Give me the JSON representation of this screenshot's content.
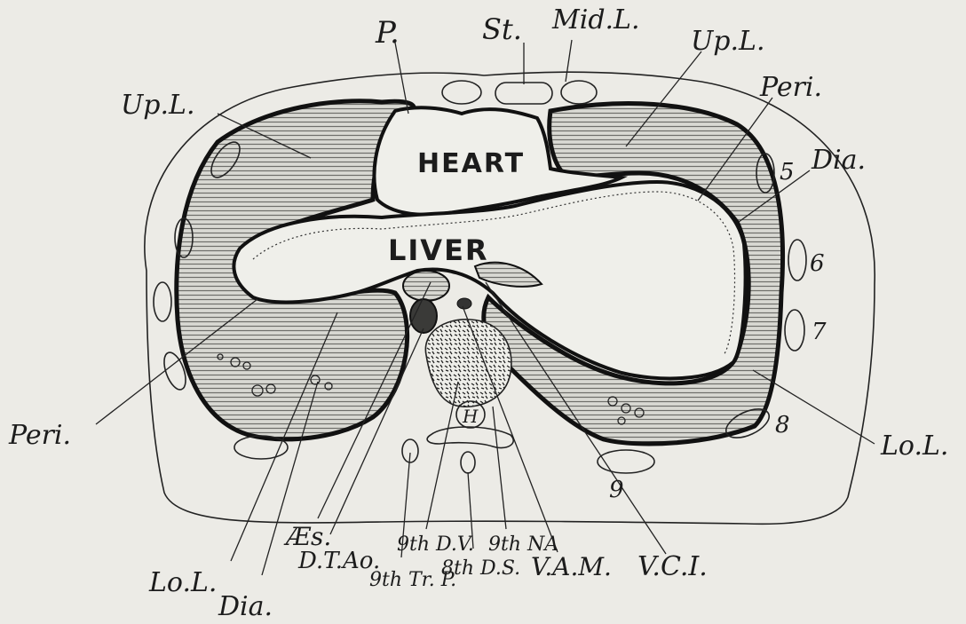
{
  "labels": {
    "p": "P.",
    "st": "St.",
    "mid_l": "Mid.L.",
    "up_l_right": "Up.L.",
    "up_l_left": "Up.L.",
    "peri_right": "Peri.",
    "dia_right": "Dia.",
    "heart": "HEART",
    "liver": "LIVER",
    "rib_5": "5",
    "rib_6": "6",
    "rib_7": "7",
    "rib_8": "8",
    "rib_9": "9",
    "lo_l_right": "Lo.L.",
    "peri_left": "Peri.",
    "lo_l_left": "Lo.L.",
    "dia_left": "Dia.",
    "aes": "Æs.",
    "dt_ao": "D.T.Ao.",
    "tr_p": "9th Tr. P.",
    "dv": "9th D.V.",
    "ds": "8th D.S.",
    "na": "9th NA",
    "vam": "V.A.M.",
    "vci": "V.C.I.",
    "h": "H"
  },
  "colors": {
    "ink": "#1c1c1c",
    "paper": "#ecebe6",
    "hatch": "#7a7a76"
  }
}
